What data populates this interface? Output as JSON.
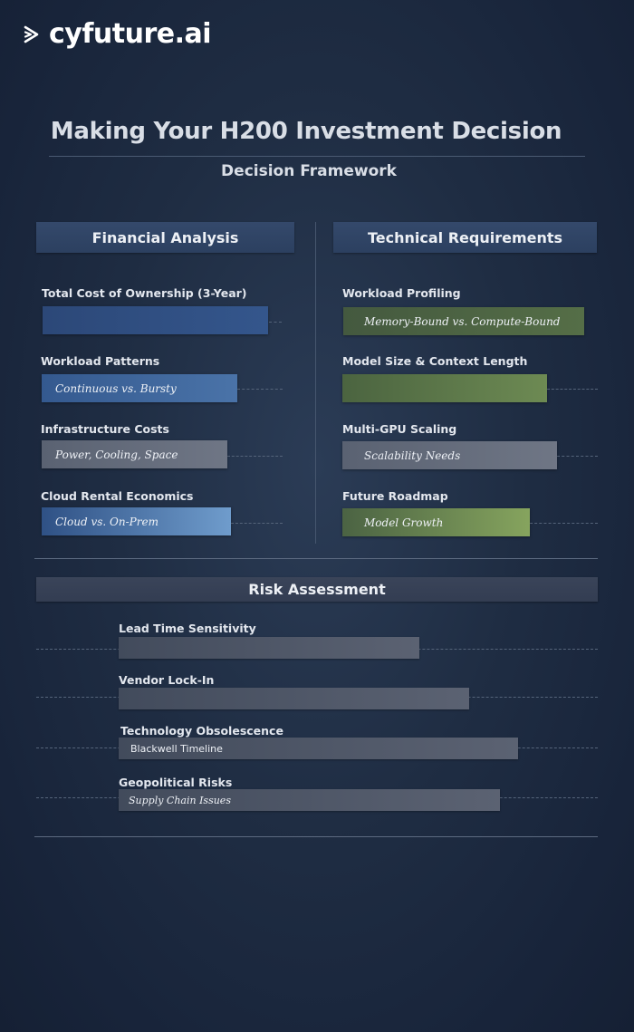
{
  "brand": {
    "logo_text": "cyfuture.ai",
    "logo_icon": "play-arrow-icon"
  },
  "title": "Making Your H200 Investment Decision",
  "subtitle": "Decision Framework",
  "financial": {
    "header": "Financial Analysis",
    "items": [
      {
        "label": "Total Cost of Ownership (3-Year)",
        "bar_text": "",
        "bar_color": "#34568c",
        "level": 0.83
      },
      {
        "label": "Workload Patterns",
        "bar_text": "Continuous vs. Bursty",
        "bar_color": "#4a73a8",
        "level": 0.73
      },
      {
        "label": "Infrastructure Costs",
        "bar_text": "Power, Cooling, Space",
        "bar_color": "#6f7685",
        "level": 0.69
      },
      {
        "label": "Cloud Rental Economics",
        "bar_text": "Cloud vs. On-Prem",
        "bar_color": "#6f9ccc",
        "level": 0.7
      }
    ]
  },
  "technical": {
    "header": "Technical Requirements",
    "items": [
      {
        "label": "Workload Profiling",
        "bar_text": "Memory-Bound vs. Compute-Bound",
        "bar_color": "#556e47",
        "level": 0.95
      },
      {
        "label": "Model Size & Context Length",
        "bar_text": "",
        "bar_color": "#6d8a53",
        "level": 0.81
      },
      {
        "label": "Multi-GPU Scaling",
        "bar_text": "Scalability Needs",
        "bar_color": "#6f7685",
        "level": 0.85
      },
      {
        "label": "Future Roadmap",
        "bar_text": "Model Growth",
        "bar_color": "#86a45e",
        "level": 0.74
      }
    ]
  },
  "risk": {
    "header": "Risk Assessment",
    "items": [
      {
        "label": "Lead Time Sensitivity",
        "bar_text": "",
        "level": 0.63
      },
      {
        "label": "Vendor Lock-In",
        "bar_text": "",
        "level": 0.73
      },
      {
        "label": "Technology Obsolescence",
        "bar_text": "Blackwell Timeline",
        "level": 0.83
      },
      {
        "label": "Geopolitical Risks",
        "bar_text": "Supply Chain Issues",
        "level": 0.79
      }
    ]
  }
}
